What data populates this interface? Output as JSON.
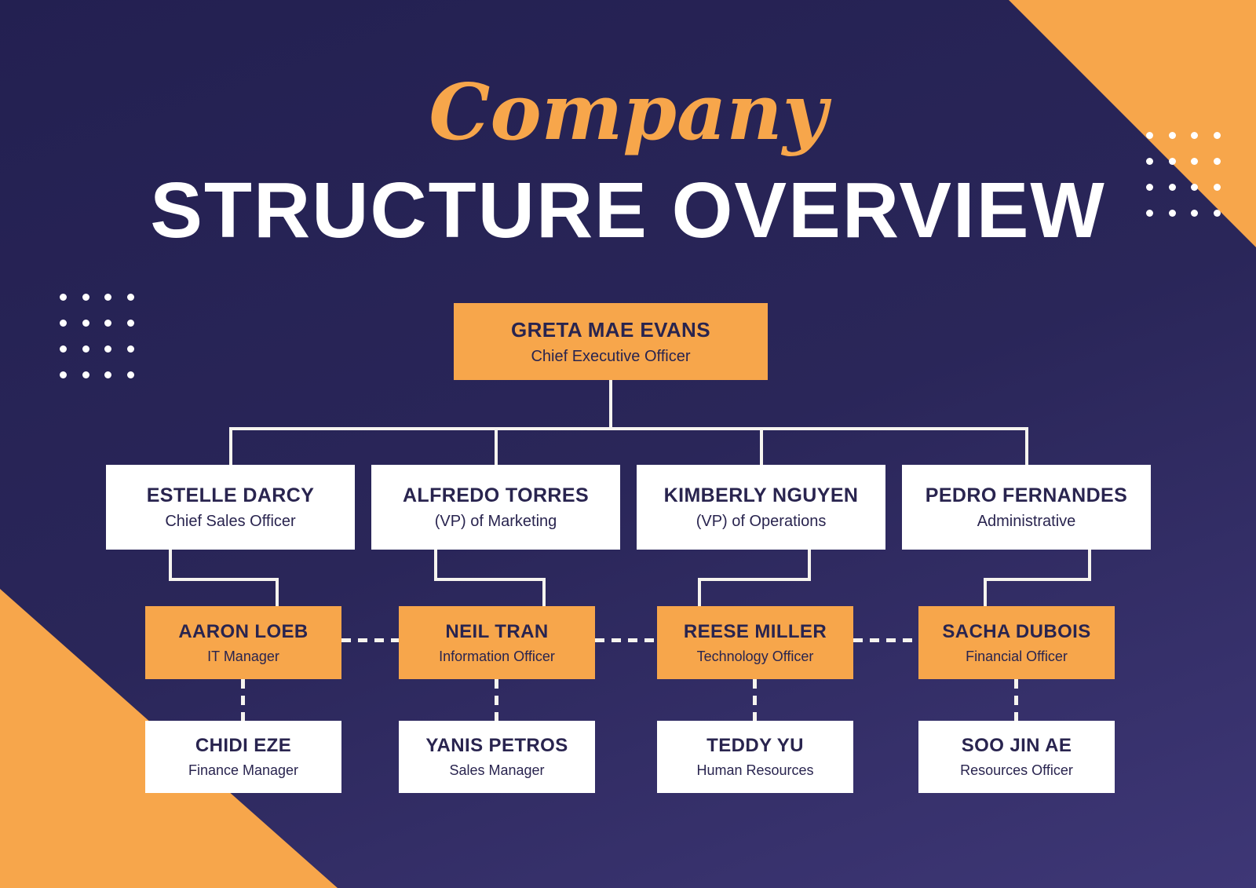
{
  "title": {
    "script": "Company",
    "main": "STRUCTURE OVERVIEW"
  },
  "colors": {
    "orange": "#F7A64B",
    "navy_text": "#29244F",
    "connector_line": "#F6F4EF",
    "box_white": "#FFFFFF",
    "bg_top": "#232051",
    "bg_bottom": "#3E3776"
  },
  "org": {
    "ceo": {
      "name": "GRETA MAE EVANS",
      "role": "Chief Executive Officer"
    },
    "level2": [
      {
        "name": "ESTELLE DARCY",
        "role": "Chief Sales Officer"
      },
      {
        "name": "ALFREDO TORRES",
        "role": "(VP) of Marketing"
      },
      {
        "name": "KIMBERLY NGUYEN",
        "role": "(VP) of Operations"
      },
      {
        "name": "PEDRO FERNANDES",
        "role": "Administrative"
      }
    ],
    "level3": [
      {
        "name": "AARON LOEB",
        "role": "IT Manager"
      },
      {
        "name": "NEIL TRAN",
        "role": "Information Officer"
      },
      {
        "name": "REESE MILLER",
        "role": "Technology Officer"
      },
      {
        "name": "SACHA DUBOIS",
        "role": "Financial Officer"
      }
    ],
    "level4": [
      {
        "name": "CHIDI EZE",
        "role": "Finance Manager"
      },
      {
        "name": "YANIS PETROS",
        "role": "Sales Manager"
      },
      {
        "name": "TEDDY YU",
        "role": "Human Resources"
      },
      {
        "name": "SOO JIN AE",
        "role": "Resources Officer"
      }
    ]
  }
}
